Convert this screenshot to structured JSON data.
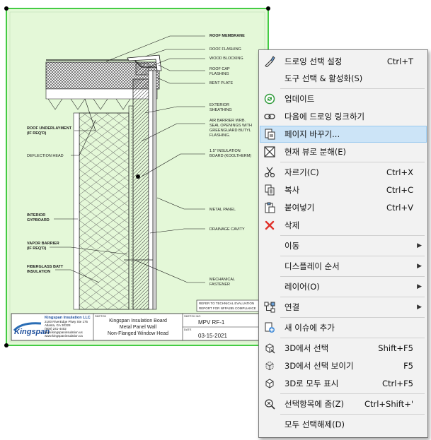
{
  "drawing": {
    "labels": {
      "roof_membrane": "ROOF MEMBRANE",
      "roof_flashing": "ROOF FLASHING",
      "wood_blocking": "WOOD BLOCKING",
      "roof_cap_1": "ROOF CAP",
      "roof_cap_2": "FLASHING",
      "bent_plate": "BENT PLATE",
      "ext_sheathing_1": "EXTERIOR",
      "ext_sheathing_2": "SHEATHING",
      "air_barrier_1": "AIR BARRIER WRB.",
      "air_barrier_2": "SEAL OPENINGS WITH",
      "air_barrier_3": "GREENGUARD BUTYL",
      "air_barrier_4": "FLASHING.",
      "insulation_1": "1.5\" INSULATION",
      "insulation_2": "BOARD (KOOLTHERM)",
      "metal_panel": "METAL PANEL",
      "drainage_cavity": "DRAINAGE CAVITY",
      "mech_fastener_1": "MECHANICAL",
      "mech_fastener_2": "FASTENER",
      "roof_underlayment_1": "ROOF UNDERLAYMENT",
      "roof_underlayment_2": "(IF REQ'D)",
      "deflection_head": "DEFLECTION HEAD",
      "interior_gyp_1": "INTERIOR",
      "interior_gyp_2": "GYPBOARD",
      "vapor_barrier_1": "VAPOR BARRIER",
      "vapor_barrier_2": "(IF REQ'D)",
      "fiberglass_1": "FIBERGLASS BATT",
      "fiberglass_2": "INSULATION",
      "refer_1": "REFER TO TECHNICAL EVALUATION",
      "refer_2": "REPORT FOR NFPA285 COMPLIANCE"
    },
    "title_block": {
      "logo": "Kingspan",
      "company": "Kingspan Insulation LLC",
      "addr1": "2100 RiverEdge Pkwy Ste 175",
      "addr2": "Atlanta, GA 30328",
      "phone": "(800) 241-4402",
      "web1": "www.kingspaninsulation.us",
      "web2": "www.kingspaninsulation.ca",
      "sketch_caption": "SKETCH",
      "sketch_line1": "Kingspan Insulation Board",
      "sketch_line2": "Metal Panel Wall",
      "sketch_line3": "Non-Flanged Window Head",
      "sketch_no_caption": "SKETCH NO",
      "sketch_no": "MPV RF-1",
      "date_caption": "DATE",
      "date": "03-15-2021"
    }
  },
  "context_menu": {
    "items": [
      {
        "label": "드로잉 선택 설정",
        "shortcut": "Ctrl+T",
        "icon": "drawing-selection-settings-icon"
      },
      {
        "label": "도구 선택 & 활성화(S)",
        "shortcut": "",
        "icon": ""
      },
      {
        "label": "업데이트",
        "shortcut": "",
        "icon": "update-icon"
      },
      {
        "label": "다음에 드로잉 링크하기",
        "shortcut": "",
        "icon": "link-drawing-icon"
      },
      {
        "label": "페이지 바꾸기...",
        "shortcut": "",
        "icon": "change-page-icon"
      },
      {
        "label": "현재 뷰로 분해(E)",
        "shortcut": "",
        "icon": "explode-view-icon"
      },
      {
        "label": "자르기(C)",
        "shortcut": "Ctrl+X",
        "icon": "scissors-icon"
      },
      {
        "label": "복사",
        "shortcut": "Ctrl+C",
        "icon": "copy-icon"
      },
      {
        "label": "붙여넣기",
        "shortcut": "Ctrl+V",
        "icon": "paste-icon"
      },
      {
        "label": "삭제",
        "shortcut": "",
        "icon": "delete-x-icon"
      },
      {
        "label": "이동",
        "shortcut": "",
        "icon": ""
      },
      {
        "label": "디스플레이 순서",
        "shortcut": "",
        "icon": ""
      },
      {
        "label": "레이어(O)",
        "shortcut": "",
        "icon": ""
      },
      {
        "label": "연결",
        "shortcut": "",
        "icon": "connect-icon"
      },
      {
        "label": "새 이슈에 추가",
        "shortcut": "",
        "icon": "add-issue-icon"
      },
      {
        "label": "3D에서 선택",
        "shortcut": "Shift+F5",
        "icon": "select-in-3d-icon"
      },
      {
        "label": "3D에서 선택 보이기",
        "shortcut": "F5",
        "icon": "show-selection-3d-icon"
      },
      {
        "label": "3D로 모두 표시",
        "shortcut": "Ctrl+F5",
        "icon": "show-all-3d-icon"
      },
      {
        "label": "선택항목에 줌(Z)",
        "shortcut": "Ctrl+Shift+'",
        "icon": "zoom-selection-icon"
      },
      {
        "label": "모두 선택해제(D)",
        "shortcut": "",
        "icon": ""
      }
    ],
    "highlighted": "페이지 바꾸기..."
  }
}
